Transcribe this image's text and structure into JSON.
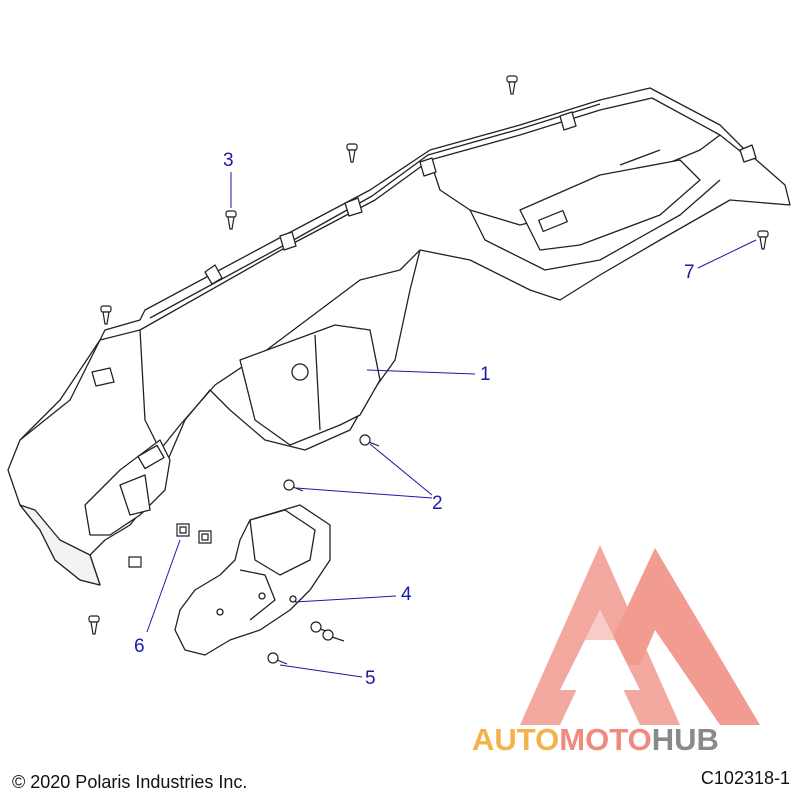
{
  "callouts": {
    "c1": "1",
    "c2": "2",
    "c3": "3",
    "c4": "4",
    "c5": "5",
    "c6": "6",
    "c7": "7"
  },
  "footer": {
    "copyright": "© 2020 Polaris Industries Inc.",
    "figure_code": "C102318-1"
  },
  "watermark": {
    "part1": "AUTO",
    "part2": "MOTO",
    "part3": "HUB",
    "color_orange": "#f6b24a",
    "color_red": "#f08a7e",
    "color_gray": "#8a8a8a"
  },
  "colors": {
    "callout": "#1a1aa6",
    "line_art": "#222222"
  }
}
